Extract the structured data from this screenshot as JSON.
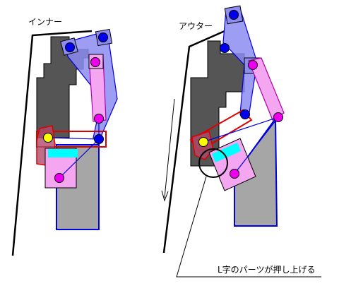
{
  "labels": {
    "inner": "インナー",
    "outer": "アウター",
    "caption": "L字のパーツが押し上げる"
  },
  "colors": {
    "dark_block": "#555555",
    "gray_block": "#a6a6a6",
    "blue_link": "#8c8cf2",
    "pink_link": "#f5a6f0",
    "cyan_bar": "#00ffff",
    "outline_blue": "#0000dd",
    "outline_red": "#dd0000",
    "pivot_blue": "#0000ee",
    "pivot_pink": "#ee00ee",
    "pivot_yellow": "#ffff00"
  }
}
